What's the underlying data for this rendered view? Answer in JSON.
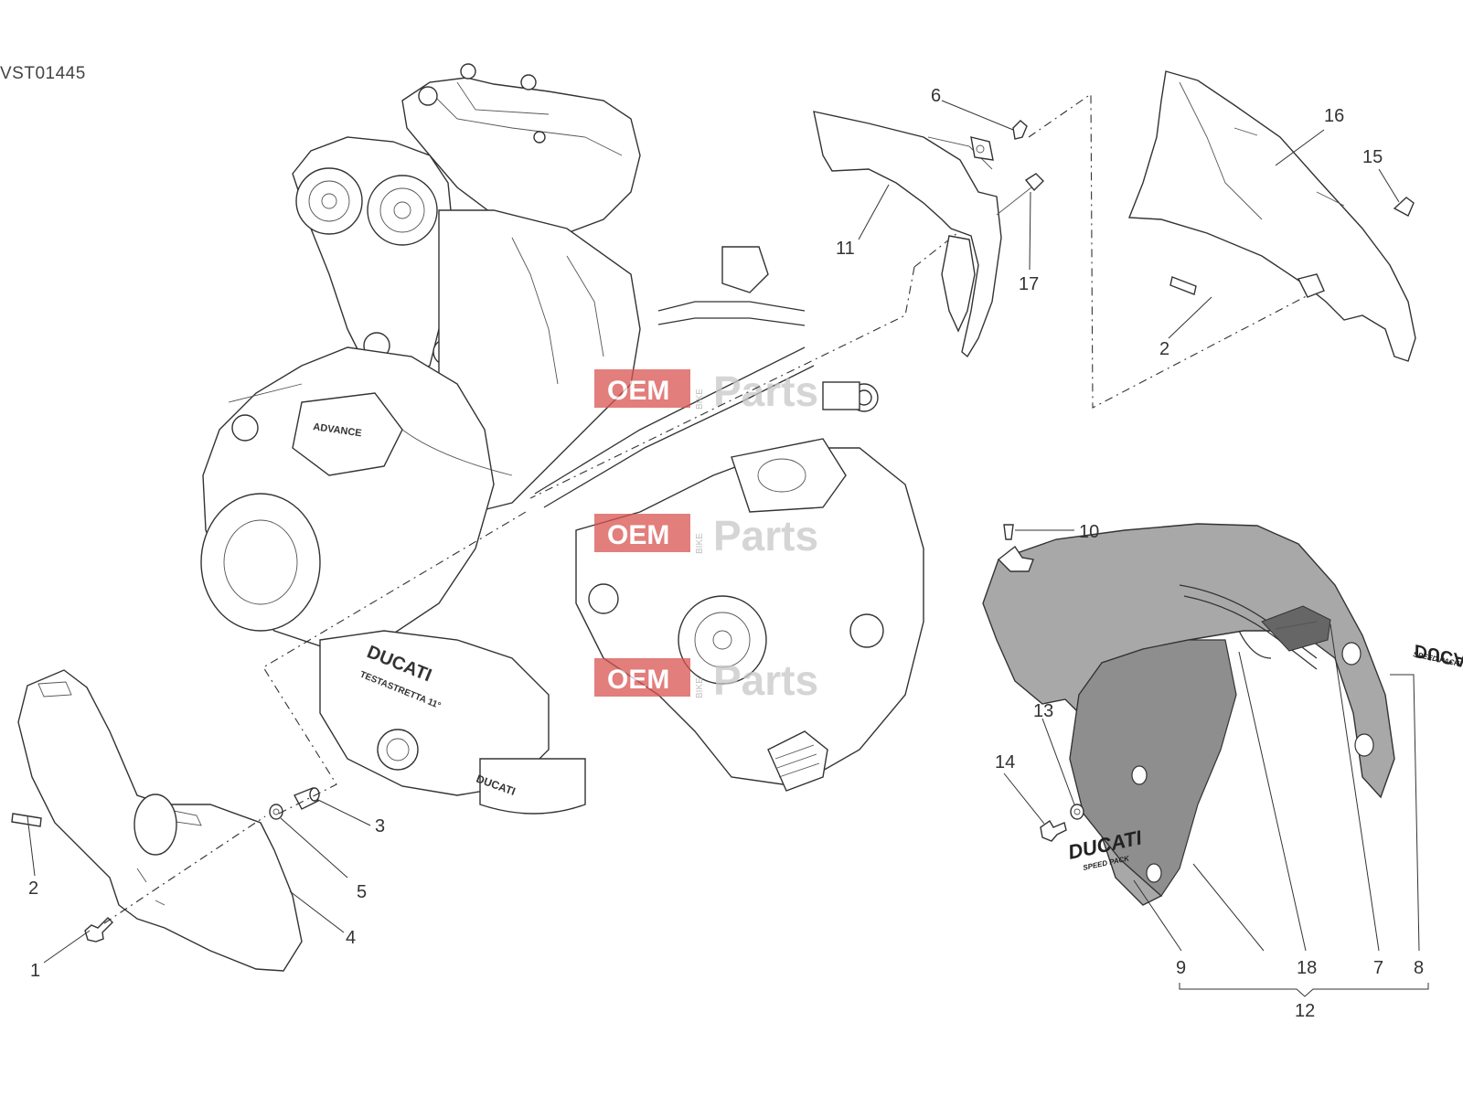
{
  "diagram_code": "VST01445",
  "watermark": {
    "left": "OEM",
    "bike": "BIKE",
    "right": "Parts",
    "color": "#d9534f"
  },
  "engine_markings": {
    "brand": "DUCATI",
    "model": "TESTASTRETTA 11°",
    "cover_brand": "DUCATI"
  },
  "decals": {
    "brand": "DUCATI",
    "pack": "SPEED PACK"
  },
  "callouts": [
    "1",
    "2",
    "3",
    "4",
    "5",
    "2",
    "6",
    "11",
    "17",
    "16",
    "15",
    "2",
    "10",
    "13",
    "14",
    "9",
    "18",
    "7",
    "8",
    "12"
  ]
}
